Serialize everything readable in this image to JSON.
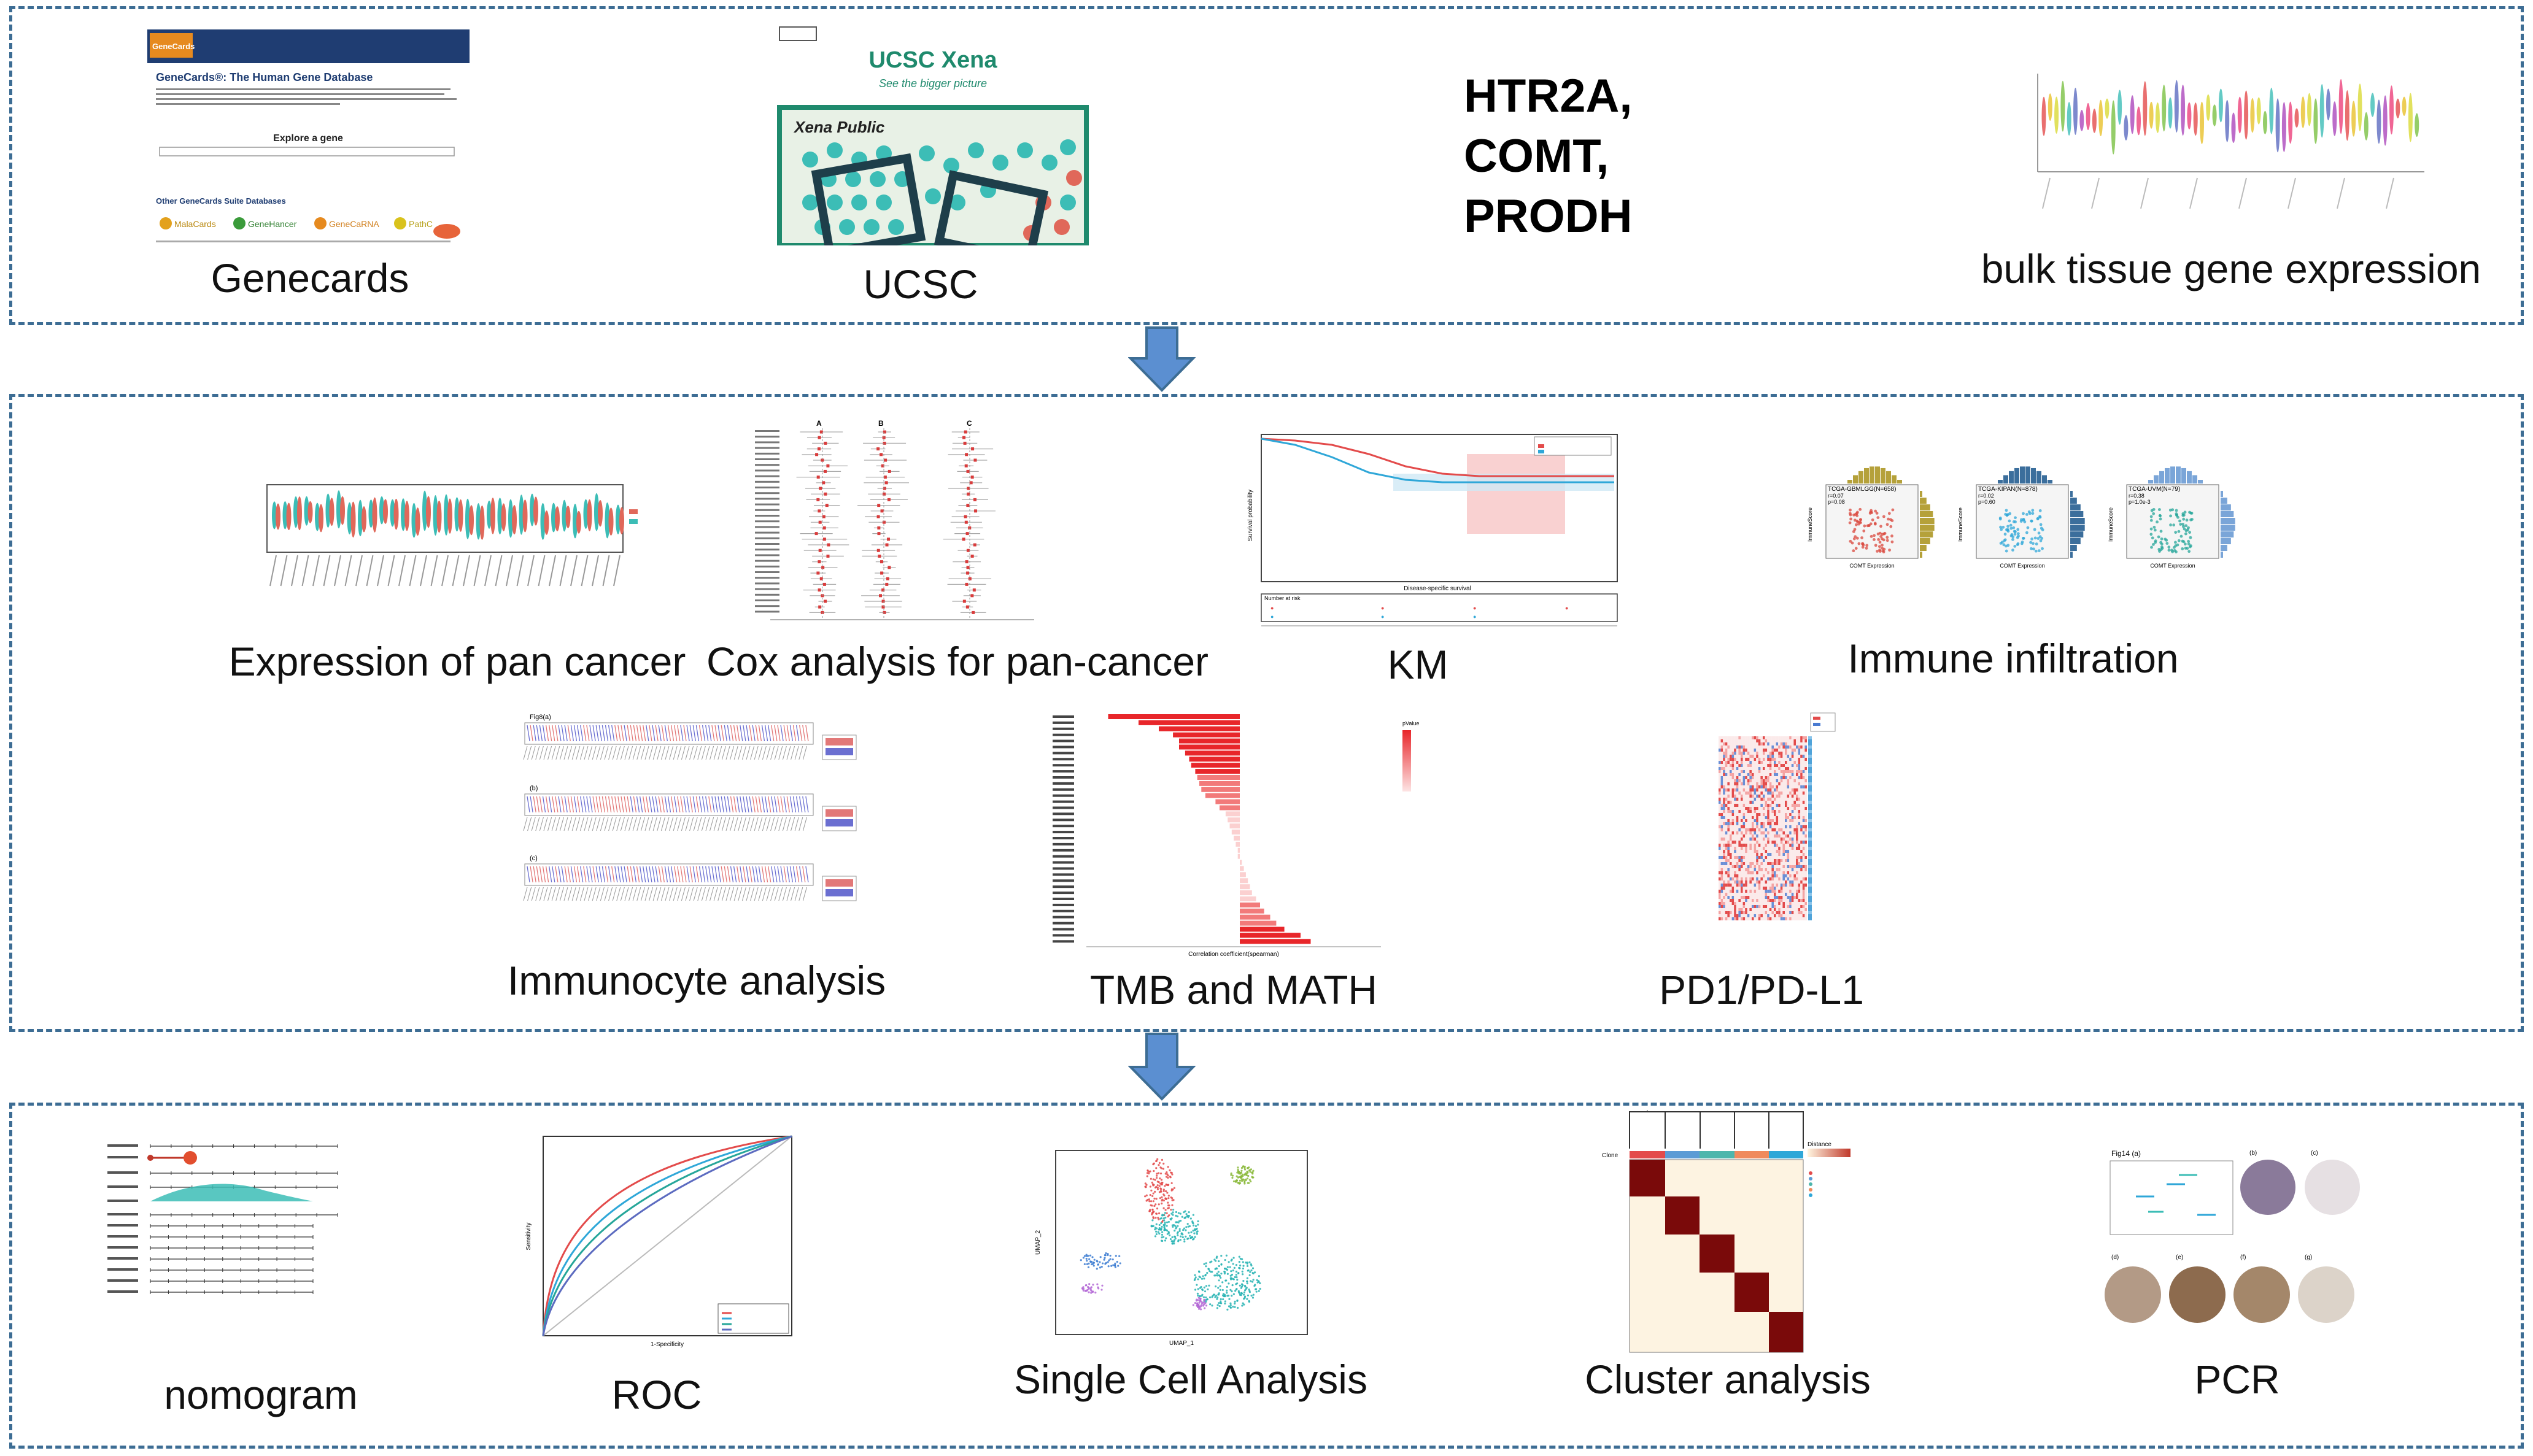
{
  "row1": {
    "genecards": {
      "caption": "Genecards",
      "logo_text": "GeneCards",
      "title": "GeneCards®: The Human Gene Database",
      "explore": "Explore a gene",
      "suite": "Other GeneCards Suite Databases",
      "suite_items": [
        "MalaCards",
        "GeneHancer",
        "GeneCaRNA",
        "PathC"
      ]
    },
    "ucsc": {
      "caption": "UCSC",
      "title": "UCSC Xena",
      "subtitle": "See the bigger picture",
      "public_label": "Xena Public"
    },
    "genes": [
      "HTR2A,",
      "COMT,",
      "PRODH"
    ],
    "bulk": {
      "caption": "bulk tissue gene expression"
    }
  },
  "row2": {
    "pan_cancer": {
      "caption": "Expression of pan cancer"
    },
    "cox": {
      "caption": "Cox analysis for pan-cancer",
      "columns": [
        "A",
        "B",
        "C"
      ]
    },
    "km": {
      "caption": "KM",
      "xlabel": "Disease-specific survival",
      "ylabel": "Survival probability",
      "risk_label": "Number at risk"
    },
    "immune": {
      "caption": "Immune infiltration",
      "panels": [
        {
          "title": "TCGA-GBMLGG(N=658)",
          "r": "r=0.07",
          "p": "p=0.08",
          "xlabel": "COMT Expression"
        },
        {
          "title": "TCGA-KIPAN(N=878)",
          "r": "r=0.02",
          "p": "p=0.60",
          "xlabel": "COMT Expression"
        },
        {
          "title": "TCGA-UVM(N=79)",
          "r": "r=0.38",
          "p": "p=1.0e-3",
          "xlabel": "COMT Expression"
        }
      ],
      "ylabel": "ImmuneScore"
    },
    "immunocyte": {
      "caption": "Immunocyte analysis",
      "labels": [
        "Fig8(a)",
        "(b)",
        "(c)"
      ]
    },
    "tmb": {
      "caption": "TMB and MATH",
      "xlabel": "Correlation coefficient(spearman)",
      "legend_title": "pValue"
    },
    "pd1": {
      "caption": "PD1/PD-L1"
    }
  },
  "row3": {
    "nomogram": {
      "caption": "nomogram"
    },
    "roc": {
      "caption": "ROC",
      "xlabel": "1-Specificity",
      "ylabel": "Sensitivity"
    },
    "single_cell": {
      "caption": "Single Cell Analysis",
      "xlabel": "UMAP_1",
      "ylabel": "UMAP_2"
    },
    "cluster": {
      "caption": "Cluster analysis",
      "row_label": "Clone",
      "legend_title": "Distance"
    },
    "pcr": {
      "caption": "PCR",
      "fig_label": "Fig14 (a)",
      "sub_labels": [
        "(b)",
        "(c)",
        "(d)",
        "(e)",
        "(f)",
        "(g)"
      ]
    }
  },
  "colors": {
    "border": "#3d6d94",
    "arrow": "#5b8fd1",
    "ucsc_green": "#1f8a6d",
    "teal": "#3cbdb6"
  }
}
